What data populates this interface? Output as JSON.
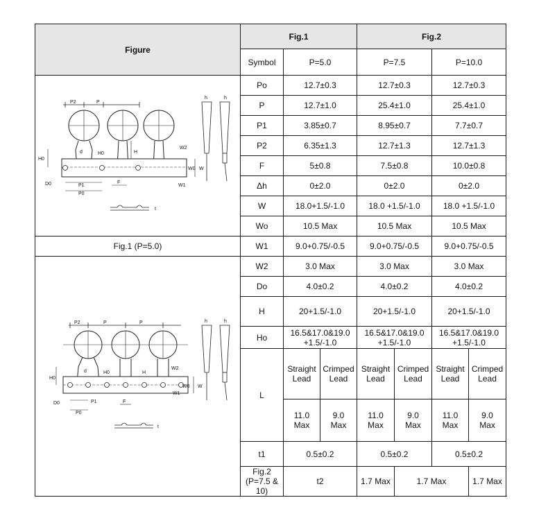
{
  "header": {
    "figure": "Figure",
    "fig1": "Fig.1",
    "fig2": "Fig.2",
    "symbol": "Symbol",
    "p50": "P=5.0",
    "p75": "P=7.5",
    "p100": "P=10.0"
  },
  "captions": {
    "fig1": "Fig.1 (P=5.0)",
    "fig2": "Fig.2 (P=7.5 & 10)"
  },
  "rows": [
    {
      "sym": "Po",
      "v1": "12.7±0.3",
      "v2": "12.7±0.3",
      "v3": "12.7±0.3"
    },
    {
      "sym": "P",
      "v1": "12.7±1.0",
      "v2": "25.4±1.0",
      "v3": "25.4±1.0"
    },
    {
      "sym": "P1",
      "v1": "3.85±0.7",
      "v2": "8.95±0.7",
      "v3": "7.7±0.7"
    },
    {
      "sym": "P2",
      "v1": "6.35±1.3",
      "v2": "12.7±1.3",
      "v3": "12.7±1.3"
    },
    {
      "sym": "F",
      "v1": "5±0.8",
      "v2": "7.5±0.8",
      "v3": "10.0±0.8"
    },
    {
      "sym": "Δh",
      "v1": "0±2.0",
      "v2": "0±2.0",
      "v3": "0±2.0"
    },
    {
      "sym": "W",
      "v1": "18.0+1.5/-1.0",
      "v2": "18.0 +1.5/-1.0",
      "v3": "18.0 +1.5/-1.0"
    },
    {
      "sym": "Wo",
      "v1": "10.5 Max",
      "v2": "10.5 Max",
      "v3": "10.5 Max"
    },
    {
      "sym": "W1",
      "v1": "9.0+0.75/-0.5",
      "v2": "9.0+0.75/-0.5",
      "v3": "9.0+0.75/-0.5"
    },
    {
      "sym": "W2",
      "v1": "3.0 Max",
      "v2": "3.0 Max",
      "v3": "3.0 Max"
    },
    {
      "sym": "Do",
      "v1": "4.0±0.2",
      "v2": "4.0±0.2",
      "v3": "4.0±0.2"
    },
    {
      "sym": "H",
      "v1": "20+1.5/-1.0",
      "v2": "20+1.5/-1.0",
      "v3": "20+1.5/-1.0"
    },
    {
      "sym": "Ho",
      "v1": "16.5&17.0&19.0",
      "v1b": "+1.5/-1.0",
      "v2": "16.5&17.0&19.0",
      "v2b": "+1.5/-1.0",
      "v3": "16.5&17.0&19.0",
      "v3b": "+1.5/-1.0"
    },
    {
      "sym": "t1",
      "v1": "0.5±0.2",
      "v2": "0.5±0.2",
      "v3": "0.5±0.2"
    },
    {
      "sym": "t2",
      "v1": "1.7 Max",
      "v2": "1.7 Max",
      "v3": "1.7 Max"
    }
  ],
  "lead": {
    "sym": "L",
    "straight_a": "Straight",
    "straight_b": "Lead",
    "crimped_a": "Crimped",
    "crimped_b": "Lead",
    "straight_val_a": "11.0",
    "straight_val_b": "Max",
    "crimped_val_a": "9.0",
    "crimped_val_b": "Max"
  },
  "diagram": {
    "p2": "P2",
    "p": "P",
    "h": "h",
    "d": "d",
    "h0": "H0",
    "hh": "H",
    "w": "W",
    "w0": "W0",
    "w1": "W1",
    "w2": "W2",
    "d0": "D0",
    "p1": "P1",
    "p0": "P0",
    "f": "F",
    "t": "t"
  }
}
